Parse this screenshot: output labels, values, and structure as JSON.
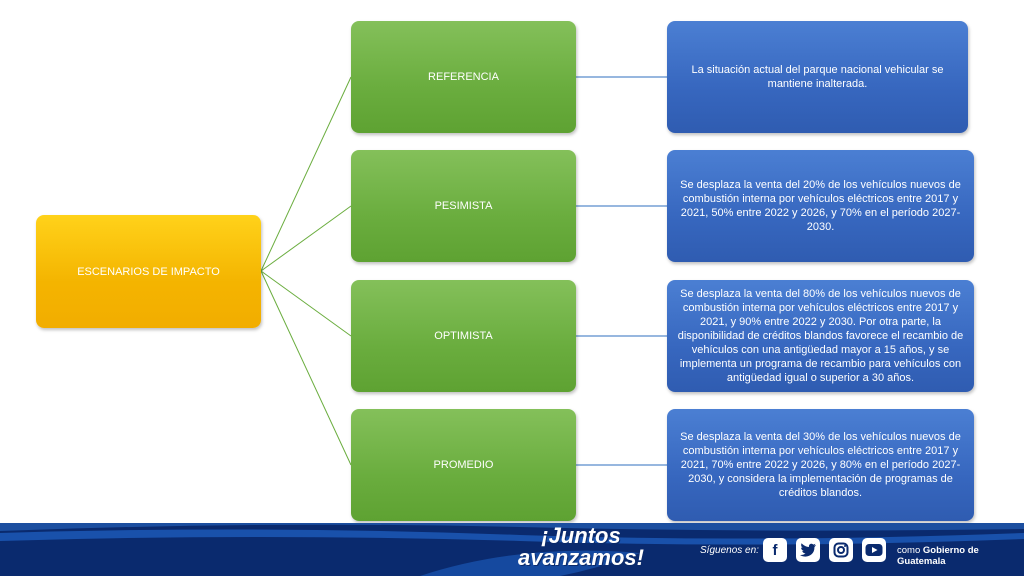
{
  "diagram": {
    "root": {
      "label": "ESCENARIOS DE IMPACTO"
    },
    "scenarios": [
      {
        "label": "REFERENCIA",
        "description": "La situación actual del parque nacional vehicular se mantiene inalterada."
      },
      {
        "label": "PESIMISTA",
        "description": "Se desplaza la venta del 20% de los vehículos nuevos de combustión interna por vehículos eléctricos entre 2017 y 2021, 50% entre 2022 y 2026, y 70% en el período 2027-2030."
      },
      {
        "label": "OPTIMISTA",
        "description": "Se desplaza la venta del 80% de los vehículos nuevos de combustión interna por vehículos eléctricos entre 2017 y 2021, y 90% entre 2022 y 2030. Por otra parte, la disponibilidad de créditos blandos favorece el recambio de vehículos con una antigüedad mayor a 15 años, y se implementa un programa de recambio para vehículos con antigüedad igual o superior a 30 años."
      },
      {
        "label": "PROMEDIO",
        "description": "Se desplaza la venta del 30% de los vehículos nuevos de combustión interna por vehículos eléctricos entre 2017 y 2021, 70% entre 2022 y 2026, y 80% en el período 2027-2030, y considera la implementación de programas de créditos blandos."
      }
    ]
  },
  "footer": {
    "slogan_line1": "¡Juntos",
    "slogan_line2": "avanzamos!",
    "follow_label": "Síguenos en:",
    "social_icons": [
      "facebook-icon",
      "twitter-icon",
      "instagram-icon",
      "youtube-icon"
    ],
    "gov_prefix": "como",
    "gov_name": "Gobierno de Guatemala"
  },
  "colors": {
    "root": "#f4b400",
    "category": "#6aad3e",
    "description": "#3767bf",
    "connector_green": "#6aad3e",
    "connector_blue": "#2f6fbf",
    "footer": "#0a2a6e"
  }
}
